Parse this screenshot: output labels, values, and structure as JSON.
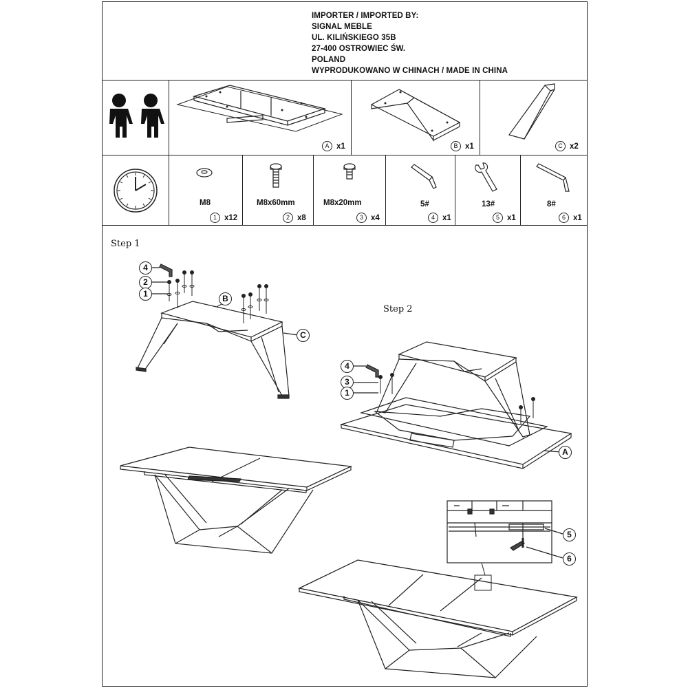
{
  "importer": {
    "lines": [
      "IMPORTER / IMPORTED BY:",
      "SIGNAL MEBLE",
      "UL. KILIŃSKIEGO 35B",
      "27-400 OSTROWIEC ŚW.",
      "POLAND",
      "WYPRODUKOWANO W CHINACH / MADE IN CHINA"
    ]
  },
  "parts": [
    {
      "letter": "A",
      "qty": "x1"
    },
    {
      "letter": "B",
      "qty": "x1"
    },
    {
      "letter": "C",
      "qty": "x2"
    }
  ],
  "hardware": [
    {
      "number": "1",
      "name": "M8",
      "qty": "x12"
    },
    {
      "number": "2",
      "name": "M8x60mm",
      "qty": "x8"
    },
    {
      "number": "3",
      "name": "M8x20mm",
      "qty": "x4"
    },
    {
      "number": "4",
      "name": "5#",
      "qty": "x1"
    },
    {
      "number": "5",
      "name": "13#",
      "qty": "x1"
    },
    {
      "number": "6",
      "name": "8#",
      "qty": "x1"
    }
  ],
  "steps": {
    "step1": "Step 1",
    "step2": "Step 2"
  },
  "callouts": {
    "s1": [
      "4",
      "2",
      "1",
      "B",
      "C"
    ],
    "s2": [
      "4",
      "3",
      "1",
      "A"
    ],
    "detail": [
      "5",
      "6"
    ]
  }
}
